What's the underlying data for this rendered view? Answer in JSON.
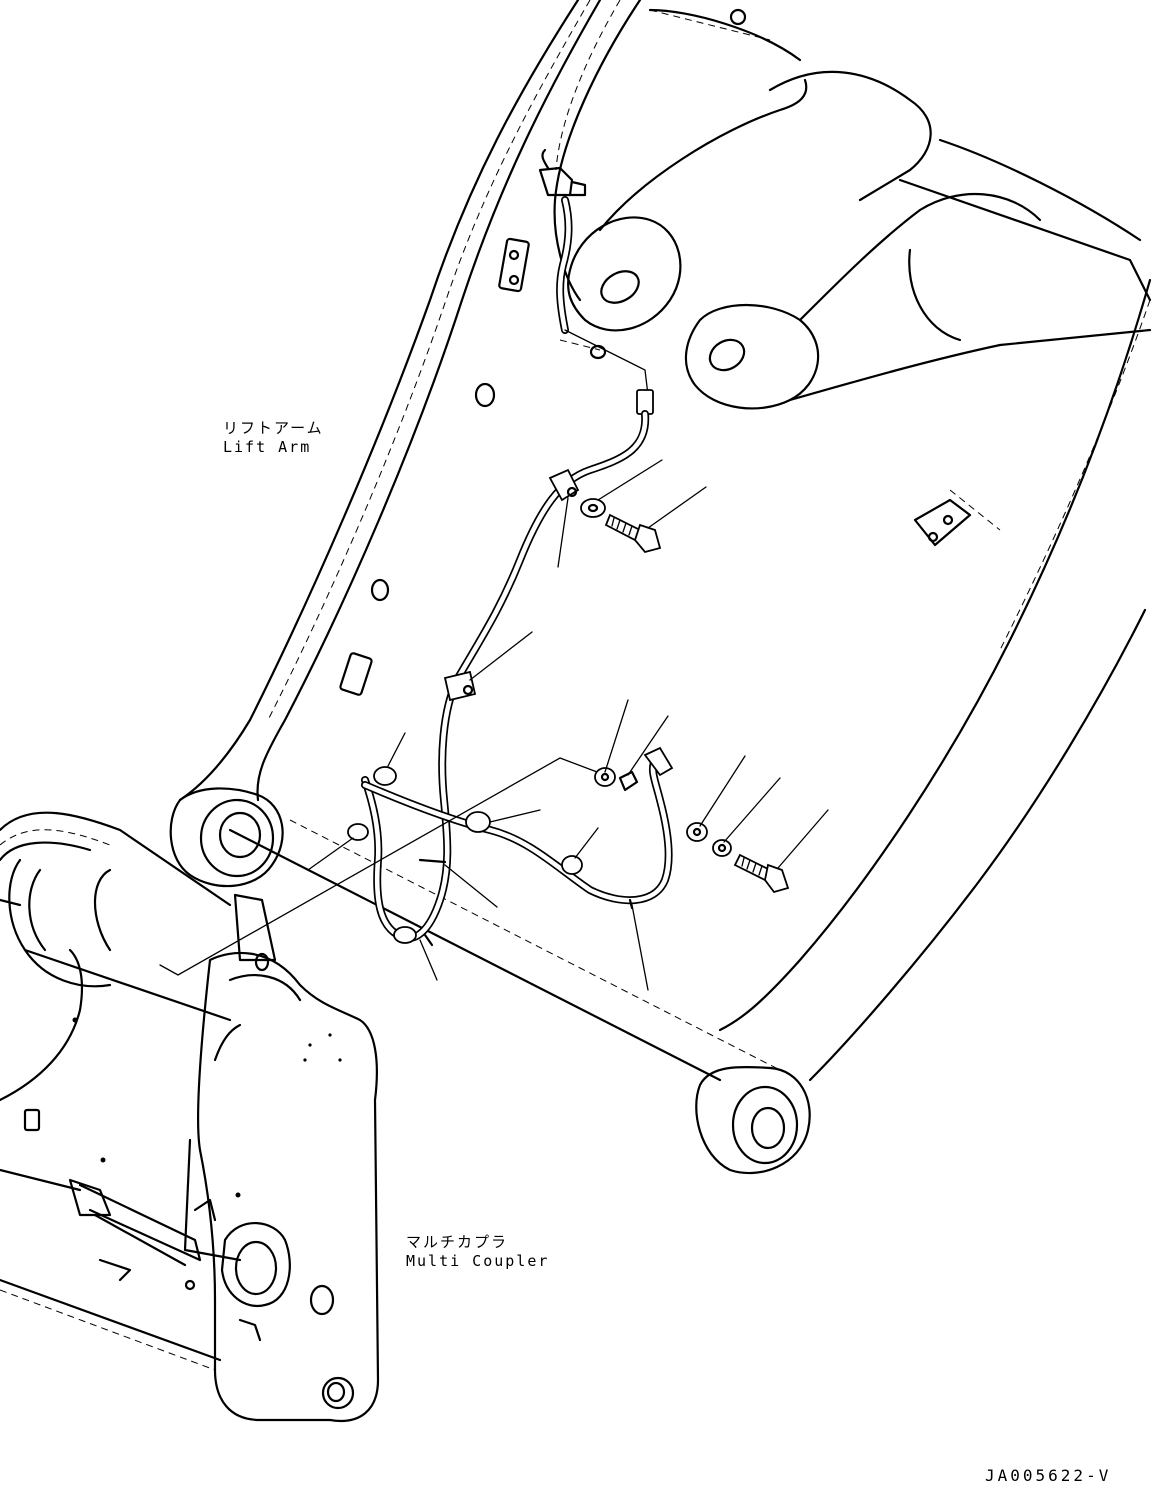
{
  "labels": {
    "lift_arm_jp": "リフトアーム",
    "lift_arm_en": "Lift Arm",
    "coupler_jp": "マルチカプラ",
    "coupler_en": "Multi Coupler"
  },
  "figure_code": "JA005622-V"
}
